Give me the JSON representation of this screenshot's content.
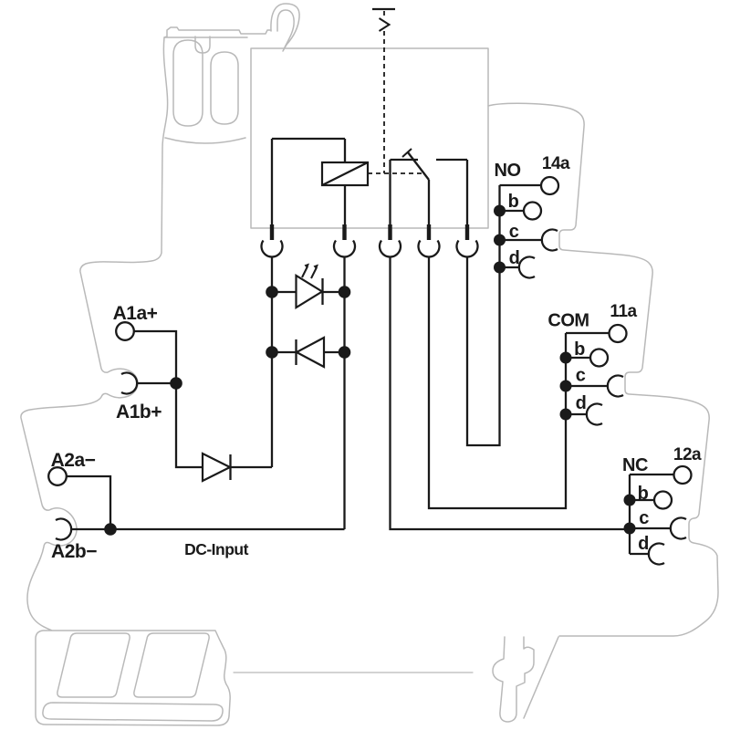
{
  "input": {
    "a1a": "A1a+",
    "a1b": "A1b+",
    "a2a": "A2a−",
    "a2b": "A2b−",
    "label": "DC-Input"
  },
  "contacts": {
    "no": {
      "name": "NO",
      "terminal": "14a",
      "rows": [
        "b",
        "c",
        "d"
      ]
    },
    "com": {
      "name": "COM",
      "terminal": "11a",
      "rows": [
        "b",
        "c",
        "d"
      ]
    },
    "nc": {
      "name": "NC",
      "terminal": "12a",
      "rows": [
        "b",
        "c",
        "d"
      ]
    }
  },
  "colors": {
    "line": "#1a1a1a",
    "housing": "#b9b9b9",
    "background": "#ffffff"
  }
}
